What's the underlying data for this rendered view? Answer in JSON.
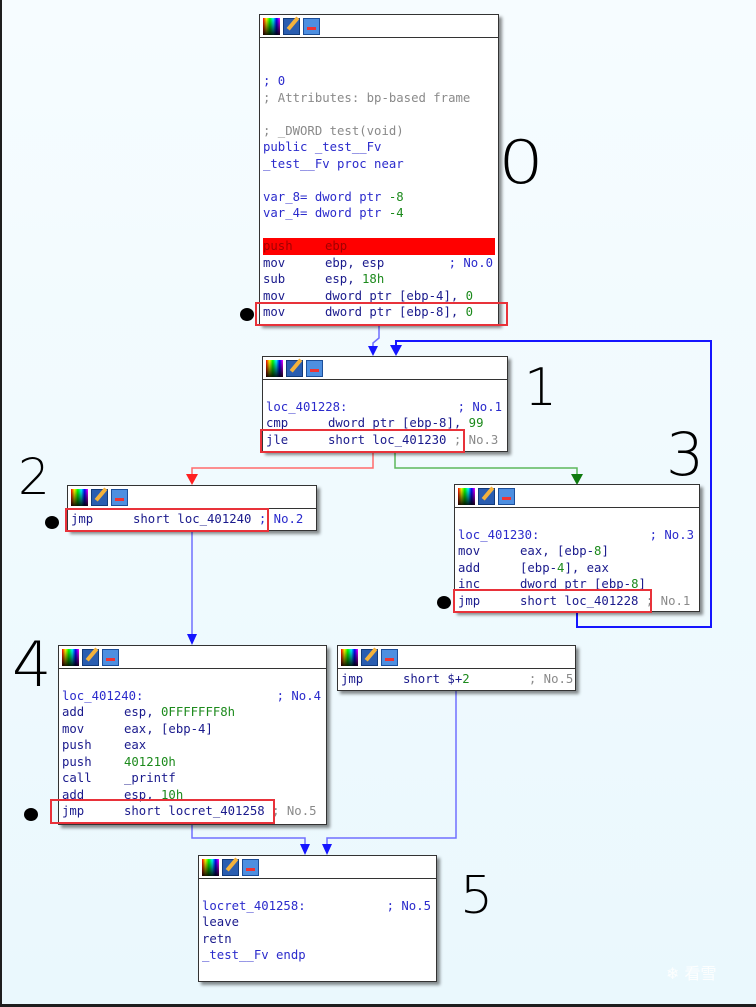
{
  "graph": {
    "colors": {
      "true_edge": "#2e9a2e",
      "false_edge": "#ff4040",
      "normal_edge": "#1515ff",
      "highlight": "#ff0000",
      "annotation_box": "#e8323a"
    },
    "nodes": [
      {
        "id": "block0",
        "lines": [
          {
            "type": "blank"
          },
          {
            "type": "blank"
          },
          {
            "type": "comment_blue",
            "text": "; 0"
          },
          {
            "type": "comment",
            "text": "; Attributes: bp-based frame"
          },
          {
            "type": "blank"
          },
          {
            "type": "comment",
            "text": "; _DWORD test(void)"
          },
          {
            "type": "label",
            "text": "public _test__Fv"
          },
          {
            "type": "label",
            "text": "_test__Fv proc near"
          },
          {
            "type": "blank"
          },
          {
            "type": "var",
            "name": "var_8= dword ptr ",
            "value": "-8"
          },
          {
            "type": "var",
            "name": "var_4= dword ptr ",
            "value": "-4"
          },
          {
            "type": "blank"
          },
          {
            "type": "insn",
            "mn": "push",
            "ops": "ebp",
            "highlight": true
          },
          {
            "type": "insn",
            "mn": "mov",
            "ops": "ebp, esp",
            "comment": "; No.0"
          },
          {
            "type": "insn",
            "mn": "sub",
            "ops": "esp, ",
            "num": "18h"
          },
          {
            "type": "insn",
            "mn": "mov",
            "ops": "dword ptr [ebp-4], ",
            "num": "0"
          },
          {
            "type": "insn",
            "mn": "mov",
            "ops": "dword ptr [ebp-8], ",
            "num": "0"
          }
        ]
      },
      {
        "id": "block1",
        "lines": [
          {
            "type": "blank"
          },
          {
            "type": "loc",
            "text": "loc_401228:",
            "comment": "; No.1"
          },
          {
            "type": "insn",
            "mn": "cmp",
            "ops": "dword ptr [ebp-8], ",
            "num": "99"
          },
          {
            "type": "insn",
            "mn": "jle",
            "ops": "short loc_401230",
            "gray": " ; No.3"
          }
        ]
      },
      {
        "id": "block2",
        "lines": [
          {
            "type": "insn",
            "mn": "jmp",
            "ops": "short loc_401240",
            "comment": " ; No.2"
          }
        ]
      },
      {
        "id": "block3",
        "lines": [
          {
            "type": "blank"
          },
          {
            "type": "loc",
            "text": "loc_401230:",
            "comment": "; No.3"
          },
          {
            "type": "insn",
            "mn": "mov",
            "ops": "eax, [ebp-",
            "num": "8",
            "tail": "]"
          },
          {
            "type": "insn",
            "mn": "add",
            "ops": "[ebp-",
            "num": "4",
            "tail": "], eax"
          },
          {
            "type": "insn",
            "mn": "inc",
            "ops": "dword ptr [ebp-",
            "num": "8",
            "tail": "]"
          },
          {
            "type": "insn",
            "mn": "jmp",
            "ops": "short loc_401228",
            "gray": " ; No.1"
          }
        ]
      },
      {
        "id": "block4",
        "lines": [
          {
            "type": "blank"
          },
          {
            "type": "loc",
            "text": "loc_401240:",
            "comment": "; No.4"
          },
          {
            "type": "insn",
            "mn": "add",
            "ops": "esp, ",
            "num": "0FFFFFFF8h"
          },
          {
            "type": "insn",
            "mn": "mov",
            "ops": "eax, [ebp-4]"
          },
          {
            "type": "insn",
            "mn": "push",
            "ops": "eax"
          },
          {
            "type": "insn",
            "mn": "push",
            "num": "401210h",
            "ops": ""
          },
          {
            "type": "insn",
            "mn": "call",
            "ops": "_printf"
          },
          {
            "type": "insn",
            "mn": "add",
            "ops": "esp, ",
            "num": "10h"
          },
          {
            "type": "insn",
            "mn": "jmp",
            "ops": "short locret_401258",
            "gray": " ; No.5"
          }
        ]
      },
      {
        "id": "block_dead",
        "lines": [
          {
            "type": "insn",
            "mn": "jmp",
            "ops": "short $+",
            "num": "2",
            "gray": "        ; No.5"
          }
        ]
      },
      {
        "id": "block5",
        "lines": [
          {
            "type": "blank"
          },
          {
            "type": "loc",
            "text": "locret_401258:",
            "comment": "; No.5"
          },
          {
            "type": "insn",
            "mn": "leave",
            "ops": ""
          },
          {
            "type": "insn",
            "mn": "retn",
            "ops": ""
          },
          {
            "type": "label",
            "text": "_test__Fv endp"
          },
          {
            "type": "blank"
          }
        ]
      }
    ],
    "annotations": [
      "0",
      "1",
      "2",
      "3",
      "4",
      "5"
    ],
    "watermark": "看雪"
  }
}
